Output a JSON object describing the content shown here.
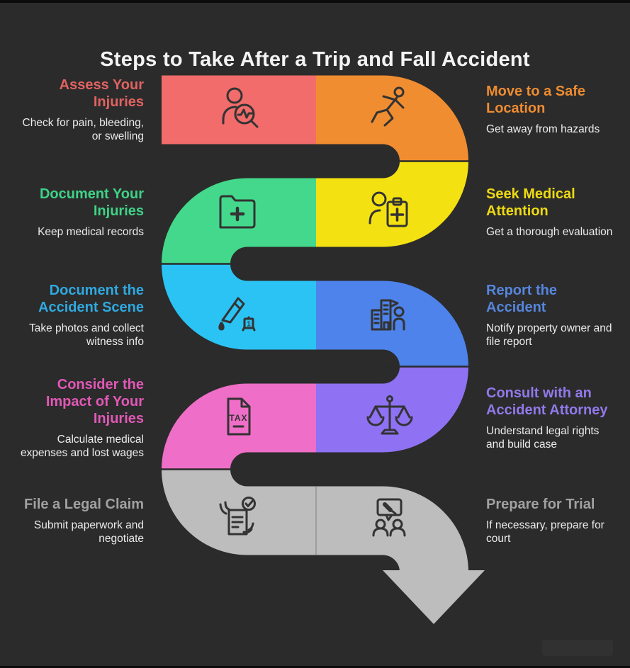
{
  "title": "Steps to Take After a Trip and Fall Accident",
  "title_color": "#f4f4f4",
  "background_color": "#2b2b2b",
  "body_text_color": "#ebebeb",
  "arrow": {
    "color": "#bdbdbd",
    "direction": "down"
  },
  "steps": [
    {
      "n": 1,
      "side": "left",
      "title": "Assess Your\nInjuries",
      "desc": "Check for pain, bleeding,\nor swelling",
      "color": "#f16c6a",
      "title_color": "#e06361",
      "icon": "person-magnifier-pulse"
    },
    {
      "n": 2,
      "side": "right",
      "title": "Move to a Safe\nLocation",
      "desc": "Get away from hazards",
      "color": "#f08d30",
      "title_color": "#ee8c31",
      "icon": "running-person"
    },
    {
      "n": 3,
      "side": "left",
      "title": "Document Your\nInjuries",
      "desc": "Keep medical records",
      "color": "#43d88b",
      "title_color": "#3fd287",
      "icon": "medical-folder"
    },
    {
      "n": 4,
      "side": "right",
      "title": "Seek Medical\nAttention",
      "desc": "Get a thorough evaluation",
      "color": "#f4e112",
      "title_color": "#eeda12",
      "icon": "person-medical-clipboard"
    },
    {
      "n": 5,
      "side": "left",
      "title": "Document the\nAccident Scene",
      "desc": "Take photos and collect\nwitness info",
      "color": "#2bc3f4",
      "title_color": "#2fa9e0",
      "icon": "evidence-knife-marker"
    },
    {
      "n": 6,
      "side": "right",
      "title": "Report the\nAccident",
      "desc": "Notify property owner and\nfile report",
      "color": "#4d83ea",
      "title_color": "#5685dd",
      "icon": "building-person"
    },
    {
      "n": 7,
      "side": "left",
      "title": "Consider the\nImpact of Your\nInjuries",
      "desc": "Calculate medical\nexpenses and lost wages",
      "color": "#ef6ec7",
      "title_color": "#e158b6",
      "icon": "tax-document"
    },
    {
      "n": 8,
      "side": "right",
      "title": "Consult with an\nAccident Attorney",
      "desc": "Understand legal rights\nand build case",
      "color": "#8e72f3",
      "title_color": "#9179ea",
      "icon": "justice-scales"
    },
    {
      "n": 9,
      "side": "left",
      "title": "File a Legal Claim",
      "desc": "Submit paperwork and\nnegotiate",
      "color": "#bdbdbd",
      "title_color": "#a1a1a1",
      "icon": "claim-document-check"
    },
    {
      "n": 10,
      "side": "right",
      "title": "Prepare for Trial",
      "desc": "If necessary, prepare for\ncourt",
      "color": "#bdbdbd",
      "title_color": "#a1a1a1",
      "icon": "trial-discussion-gavel"
    }
  ]
}
